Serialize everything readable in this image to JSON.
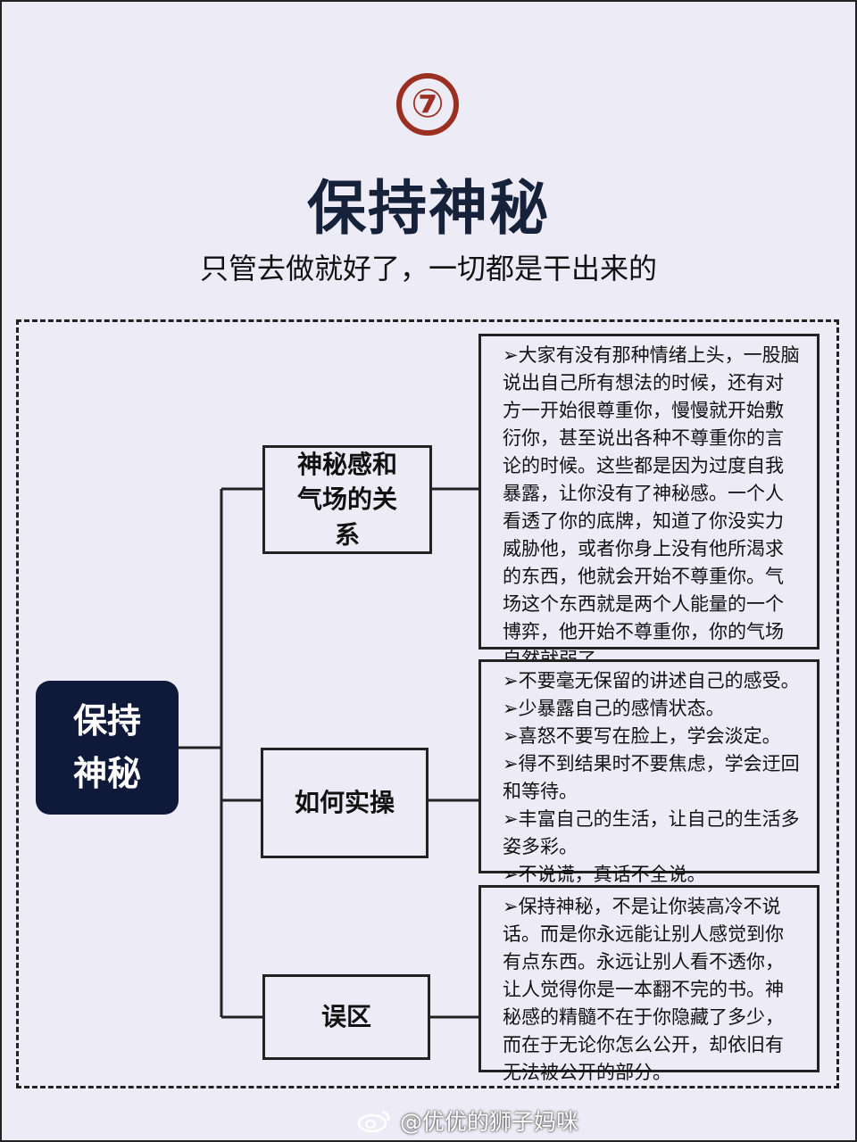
{
  "badge": "⑦",
  "title": "保持神秘",
  "subtitle": "只管去做就好了，一切都是干出来的",
  "root": {
    "line1": "保持",
    "line2": "神秘"
  },
  "branches": [
    {
      "label_lines": [
        "神秘感和",
        "气场的关",
        "系"
      ],
      "text": "➢大家有没有那种情绪上头，一股脑说出自己所有想法的时候，还有对方一开始很尊重你，慢慢就开始敷衍你，甚至说出各种不尊重你的言论的时候。这些都是因为过度自我暴露，让你没有了神秘感。一个人看透了你的底牌，知道了你没实力威胁他，或者你身上没有他所渴求的东西，他就会开始不尊重你。气场这个东西就是两个人能量的一个博弈，他开始不尊重你，你的气场自然就弱了。"
    },
    {
      "label_lines": [
        "如何实操"
      ],
      "items": [
        "➢不要毫无保留的讲述自己的感受。",
        "➢少暴露自己的感情状态。",
        "➢喜怒不要写在脸上，学会淡定。",
        "➢得不到结果时不要焦虑，学会迂回和等待。",
        "➢丰富自己的生活，让自己的生活多姿多彩。",
        "➢不说谎，真话不全说。"
      ]
    },
    {
      "label_lines": [
        "误区"
      ],
      "text": "➢保持神秘，不是让你装高冷不说话。而是你永远能让别人感觉到你有点东西。永远让别人看不透你，让人觉得你是一本翻不完的书。神秘感的精髓不在于你隐藏了多少，而在于无论你怎么公开，却依旧有无法被公开的部分。"
    }
  ],
  "watermark": "@优优的狮子妈咪",
  "colors": {
    "title": "#16213a",
    "badge": "#9a2f22",
    "root_bg": "#0f1a3a",
    "background": "#ecebf6"
  }
}
